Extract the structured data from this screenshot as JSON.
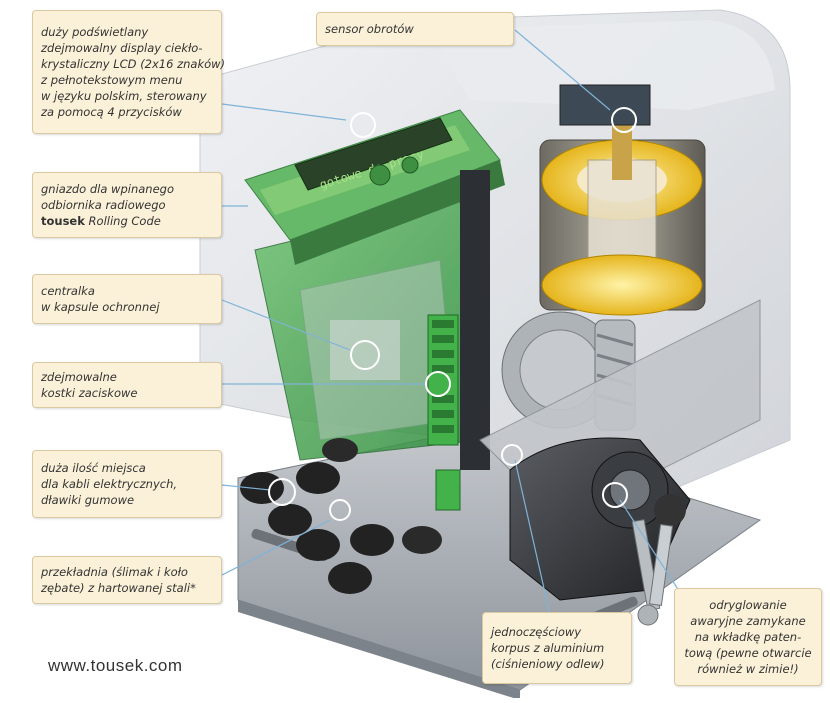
{
  "callouts": {
    "display": {
      "lines": [
        "duży podświetlany",
        "zdejmowalny display ciekło-",
        "krystaliczny LCD (2x16 znaków)",
        "z pełnotekstowym menu",
        "w języku polskim, sterowany",
        "za pomocą 4 przycisków"
      ]
    },
    "sensor": {
      "lines": [
        "sensor obrotów"
      ]
    },
    "radio_socket": {
      "lines": [
        "gniazdo dla wpinanego",
        "odbiornika radiowego"
      ],
      "brand": "tousek",
      "brand_rest": " Rolling Code"
    },
    "control_unit": {
      "lines": [
        "centralka",
        "w kapsule ochronnej"
      ]
    },
    "terminals": {
      "lines": [
        "zdejmowalne",
        "kostki zaciskowe"
      ]
    },
    "cables": {
      "lines": [
        "duża ilość miejsca",
        "dla kabli elektrycznych,",
        "dławiki gumowe"
      ]
    },
    "gear": {
      "lines": [
        "przekładnia (ślimak i koło",
        "zębate) z hartowanej stali*"
      ]
    },
    "housing": {
      "lines": [
        "jednoczęściowy",
        "korpus z aluminium",
        "(ciśnieniowy odlew)"
      ]
    },
    "release": {
      "lines": [
        "odryglowanie",
        "awaryjne zamykane",
        "na wkładkę paten-",
        "tową (pewne otwarcie",
        "również w zimie!)"
      ]
    }
  },
  "lcd_text": "gotowe do pracy",
  "website": "www.tousek.com",
  "colors": {
    "callout_bg": "#fbf1d8",
    "callout_border": "#d8c9a0",
    "leader_line": "#7fb3d8",
    "pcb_green": "#3a9a4a",
    "coil_yellow": "#f2c200",
    "housing_grey": "#d7dadf"
  }
}
